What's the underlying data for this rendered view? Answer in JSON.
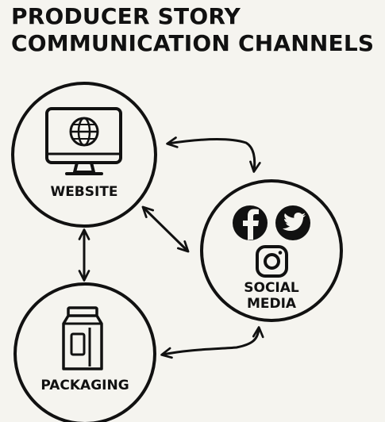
{
  "title": {
    "line1": "PRODUCER STORY",
    "line2": "COMMUNICATION CHANNELS"
  },
  "nodes": {
    "website": {
      "label": "WEBSITE",
      "icon": "monitor-globe-icon"
    },
    "social_media": {
      "label_line1": "SOCIAL",
      "label_line2": "MEDIA",
      "icons": [
        "facebook-icon",
        "twitter-icon",
        "instagram-icon"
      ]
    },
    "packaging": {
      "label": "PACKAGING",
      "icon": "package-bag-icon"
    }
  },
  "connections": [
    {
      "from": "website",
      "to": "social_media",
      "style": "curved double arrow"
    },
    {
      "from": "website",
      "to": "social_media",
      "style": "straight double arrow"
    },
    {
      "from": "website",
      "to": "packaging",
      "style": "straight double arrow"
    },
    {
      "from": "packaging",
      "to": "social_media",
      "style": "curved double arrow"
    }
  ],
  "colors": {
    "background": "#f5f4ef",
    "ink": "#111111"
  }
}
